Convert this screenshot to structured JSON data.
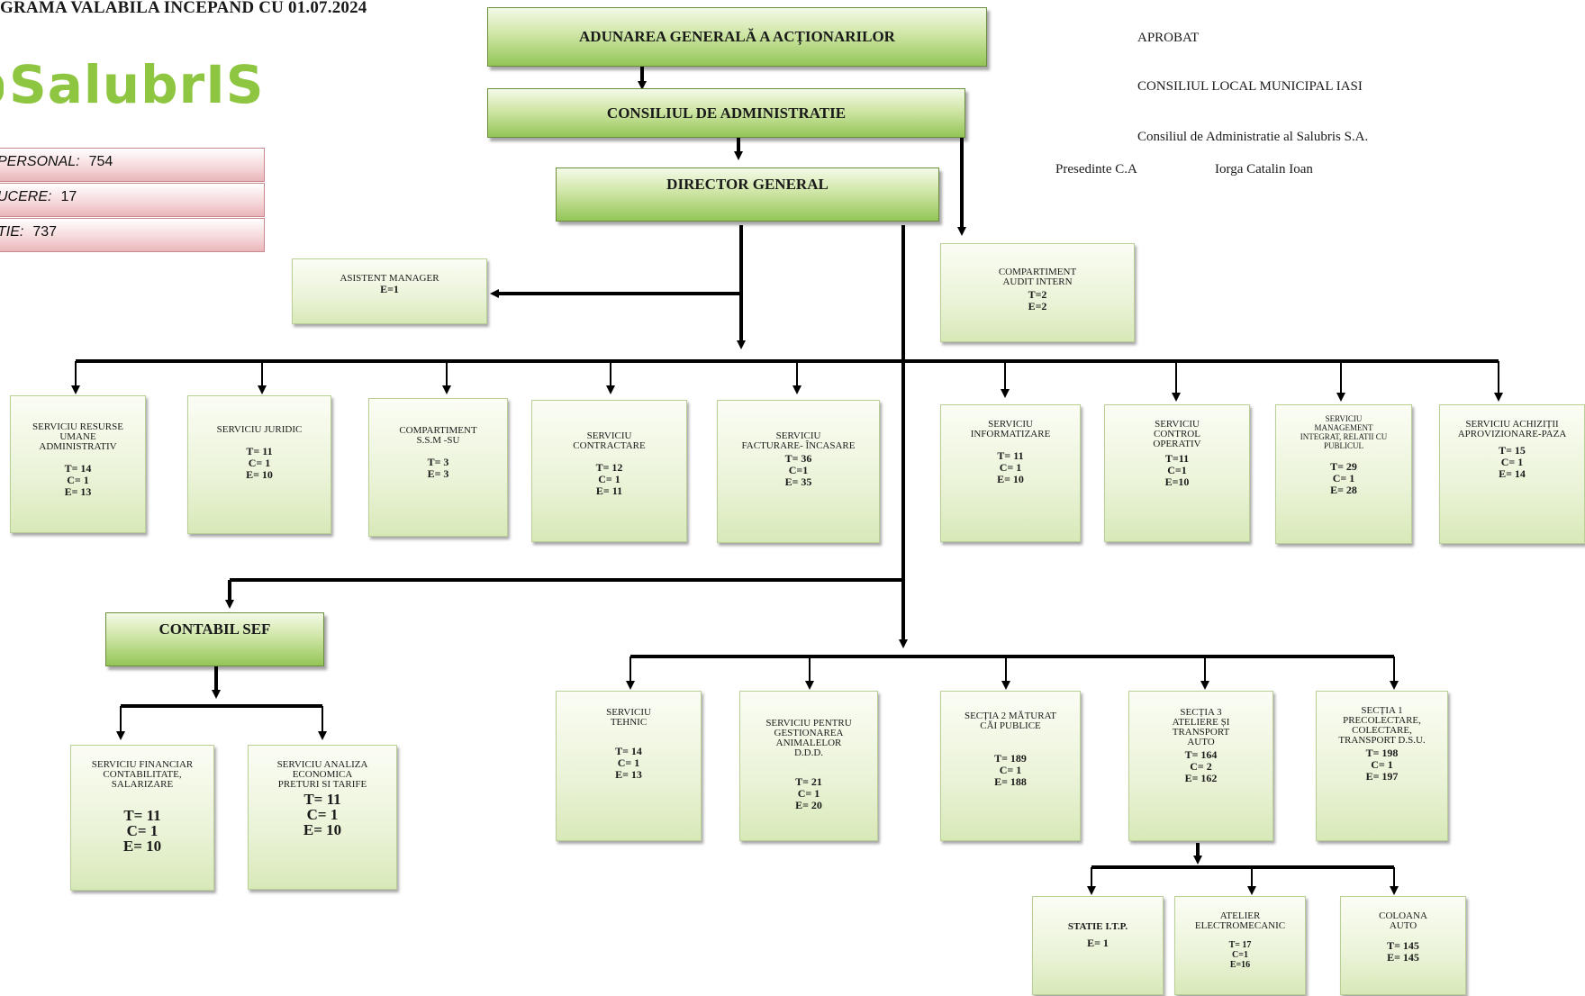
{
  "header": {
    "validity": "GRAMA VALABILA INCEPAND CU  01.07.2024",
    "logo": "SalubrIS"
  },
  "personnel": [
    {
      "label": "PERSONAL:",
      "value": "754"
    },
    {
      "label": "UCERE:",
      "value": "17"
    },
    {
      "label": "TIE:",
      "value": "737"
    }
  ],
  "approval": {
    "approved": "APROBAT",
    "council": "CONSILIUL LOCAL MUNICIPAL IASI",
    "board": "Consiliul de Administratie al Salubris S.A.",
    "president_label": "Presedinte C.A",
    "president_name": "Iorga Catalin Ioan"
  },
  "top_levels": {
    "agm": "ADUNAREA GENERALĂ A ACȚIONARILOR",
    "board": "CONSILIUL DE ADMINISTRATIE",
    "director": "DIRECTOR GENERAL",
    "chief_accountant": "CONTABIL  SEF"
  },
  "staff": {
    "assistant": {
      "title": "ASISTENT MANAGER",
      "stats": "E=1"
    },
    "audit": {
      "title": "COMPARTIMENT\nAUDIT INTERN",
      "stats": "T=2\nE=2"
    }
  },
  "services_row": [
    {
      "title": "SERVICIU RESURSE\nUMANE\nADMINISTRATIV",
      "stats": "T= 14\nC= 1\nE= 13"
    },
    {
      "title": "SERVICIU JURIDIC",
      "stats": "T= 11\nC= 1\nE= 10"
    },
    {
      "title": "COMPARTIMENT\nS.S.M -SU",
      "stats": "T= 3\nE= 3"
    },
    {
      "title": "SERVICIU\nCONTRACTARE",
      "stats": "T= 12\nC= 1\nE= 11"
    },
    {
      "title": "SERVICIU\nFACTURARE- ÎNCASARE",
      "stats": "T= 36\nC=1\nE= 35"
    },
    {
      "title": "SERVICIU\nINFORMATIZARE",
      "stats": "T= 11\nC= 1\nE= 10"
    },
    {
      "title": "SERVICIU\nCONTROL\nOPERATIV",
      "stats": "T=11\nC=1\nE=10"
    },
    {
      "title": "SERVICIU\nMANAGEMENT\nINTEGRAT, RELATII CU\nPUBLICUL",
      "stats": "T= 29\nC= 1\nE= 28"
    },
    {
      "title": "SERVICIU ACHIZIȚII\nAPROVIZIONARE-PAZA",
      "stats": "T= 15\nC= 1\nE= 14"
    }
  ],
  "finance": [
    {
      "title": "SERVICIU FINANCIAR\nCONTABILITATE,\nSALARIZARE",
      "stats": "T= 11\nC= 1\nE= 10"
    },
    {
      "title": "SERVICIU  ANALIZA\nECONOMICA\nPRETURI SI   TARIFE",
      "stats": "T= 11\nC= 1\nE= 10"
    }
  ],
  "operations": [
    {
      "title": "SERVICIU\nTEHNIC",
      "stats": "T= 14\nC= 1\nE= 13"
    },
    {
      "title": "SERVICIU PENTRU\nGESTIONAREA\nANIMALELOR\nD.D.D.",
      "stats": "T= 21\nC= 1\nE= 20"
    },
    {
      "title": "SECȚIA 2 MĂTURAT\nCĂI PUBLICE",
      "stats": "T= 189\nC= 1\nE= 188"
    },
    {
      "title": "SECȚIA 3\nATELIERE ȘI\nTRANSPORT\nAUTO",
      "stats": "T= 164\nC= 2\nE= 162"
    },
    {
      "title": "SECȚIA 1\nPRECOLECTARE,\nCOLECTARE,\nTRANSPORT  D.S.U.",
      "stats": "T= 198\nC= 1\nE= 197"
    }
  ],
  "workshops": [
    {
      "title": "STATIE I.T.P.",
      "stats": "E= 1"
    },
    {
      "title": "ATELIER\nELECTROMECANIC",
      "stats": "T= 17\nC=1\nE=16"
    },
    {
      "title": "COLOANA\nAUTO",
      "stats": "T= 145\nE= 145"
    }
  ]
}
